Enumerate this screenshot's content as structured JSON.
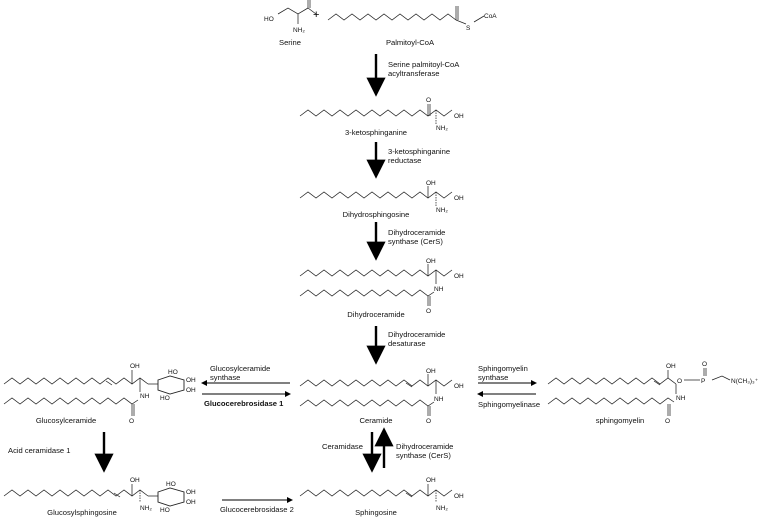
{
  "molecules": {
    "serine": "Serine",
    "palmitoyl_coa": "Palmitoyl-CoA",
    "ketosphinganine": "3-ketosphinganine",
    "dihydrosphingosine": "Dihydrosphingosine",
    "dihydroceramide": "Dihydroceramide",
    "ceramide": "Ceramide",
    "glucosylceramide": "Glucosylceramide",
    "sphingomyelin": "sphingomyelin",
    "glucosylsphingosine": "Glucosylsphingosine",
    "sphingosine": "Sphingosine"
  },
  "enzymes": {
    "spt_line1": "Serine palmitoyl-CoA",
    "spt_line2": "acyltransferase",
    "ksr_line1": "3-ketosphinganine",
    "ksr_line2": "reductase",
    "cers_line1": "Dihydroceramide",
    "cers_line2": "synthase (CerS)",
    "des_line1": "Dihydroceramide",
    "des_line2": "desaturase",
    "gcs_line1": "Glucosylceramide",
    "gcs_line2": "synthase",
    "gba1": "Glucocerebrosidase 1",
    "sms_line1": "Sphingomyelin",
    "sms_line2": "synthase",
    "smase": "Sphingomyelinase",
    "acid_cer": "Acid ceramidase 1",
    "ceramidase": "Ceramidase",
    "cers2_line1": "Dihydroceramide",
    "cers2_line2": "synthase (CerS)",
    "gba2": "Glucocerebrosidase 2"
  },
  "atoms": {
    "ho": "HO",
    "oh": "OH",
    "nh2": "NH₂",
    "nh": "NH",
    "o": "O",
    "s": "S",
    "coa": "CoA",
    "p": "P",
    "plus": "+",
    "choline": "N(CH₃)₃⁺"
  }
}
